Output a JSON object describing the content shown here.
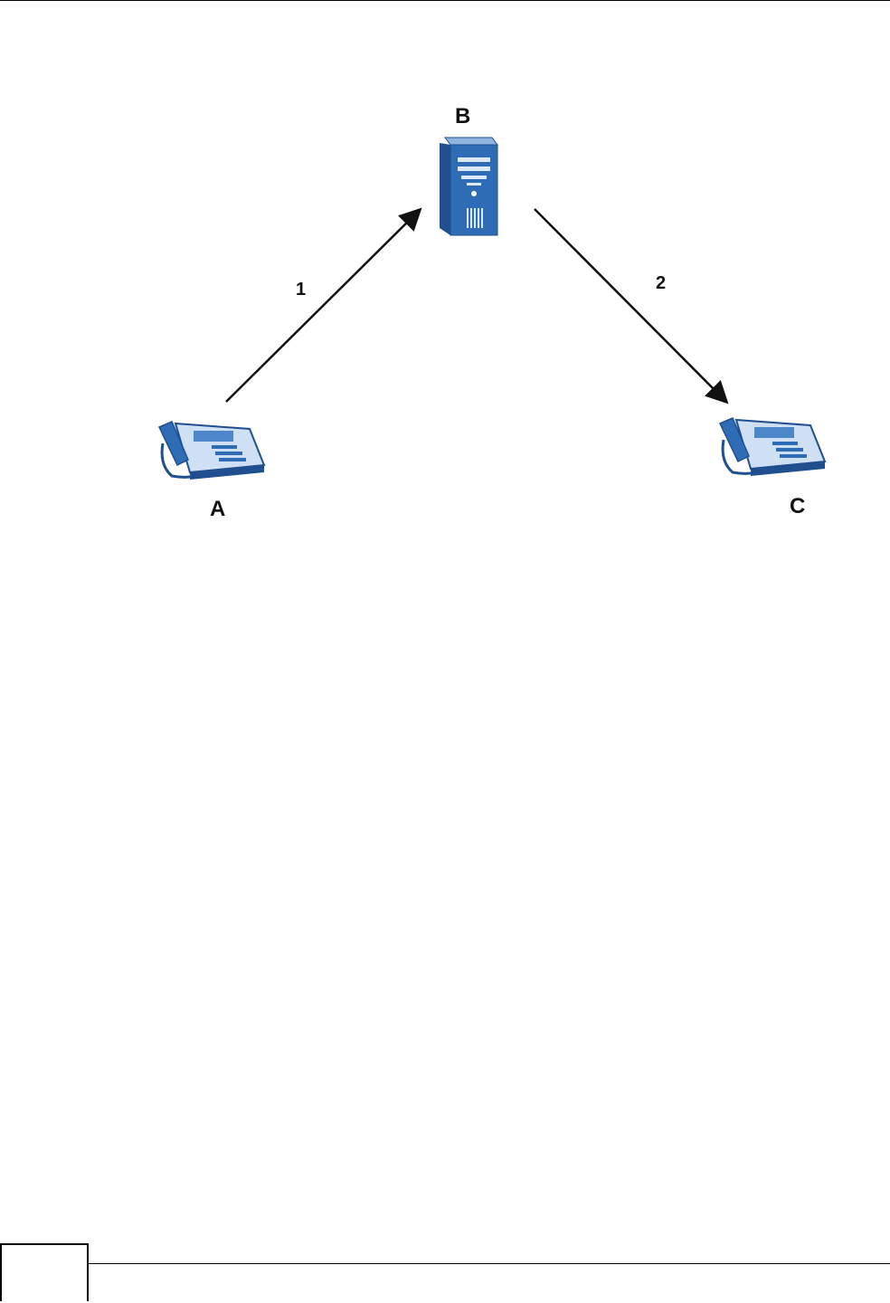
{
  "nodes": {
    "a": {
      "label": "A",
      "icon": "phone-icon"
    },
    "b": {
      "label": "B",
      "icon": "server-icon"
    },
    "c": {
      "label": "C",
      "icon": "phone-icon"
    }
  },
  "edges": [
    {
      "from": "A",
      "to": "B",
      "label": "1"
    },
    {
      "from": "B",
      "to": "C",
      "label": "2"
    }
  ],
  "colors": {
    "device_blue": "#2e6db5",
    "device_light": "#cfe0f5",
    "line": "#111111"
  },
  "footer": {
    "page_number": "",
    "text": ""
  }
}
